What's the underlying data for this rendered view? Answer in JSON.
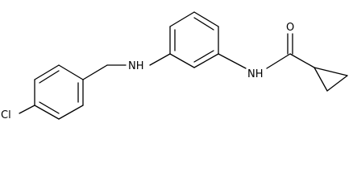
{
  "molecule": {
    "atoms": {
      "chlorine": "Cl",
      "amine_nh": "NH",
      "amide_nh": "NH",
      "carbonyl_o": "O"
    }
  },
  "colors": {
    "bond": "#000000",
    "label": "#000000",
    "background": "#ffffff"
  }
}
